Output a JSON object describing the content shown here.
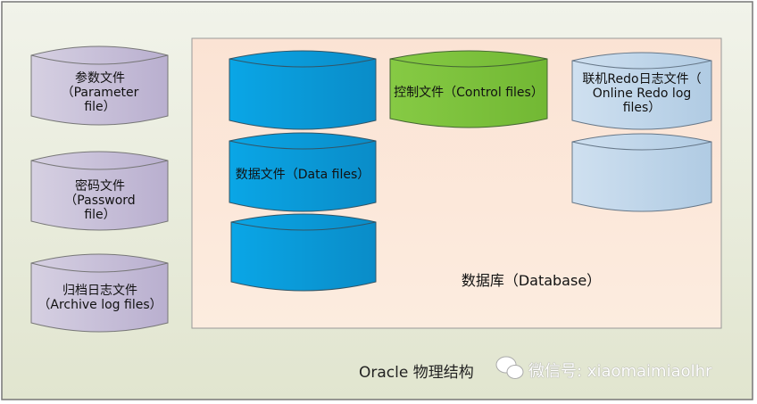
{
  "server_files": [
    {
      "label": "参数文件\n（Parameter file）",
      "lines": [
        "参数文件",
        "（Parameter",
        "file）"
      ]
    },
    {
      "label": "密码文件\n（Password file）",
      "lines": [
        "密码文件",
        "（Password",
        "file）"
      ]
    },
    {
      "label": "归档日志文件\n（Archive log files）",
      "lines": [
        "归档日志文件",
        "（Archive log files）"
      ]
    }
  ],
  "database": {
    "label": "数据库（Database）",
    "data_files": "数据文件（Data files）",
    "control_files": "控制文件（Control files）",
    "redo_lines": [
      "联机Redo日志文件（",
      "Online Redo log",
      "files）"
    ]
  },
  "footer": {
    "title": "Oracle 物理结构",
    "watermark": "微信号: xiaomaimiaolhr"
  },
  "colors": {
    "server": "#c5bcd7",
    "data": "#0a9ede",
    "control": "#7cc23a",
    "redo": "#bcd4ea",
    "database_bg": "#fbe4d5"
  }
}
